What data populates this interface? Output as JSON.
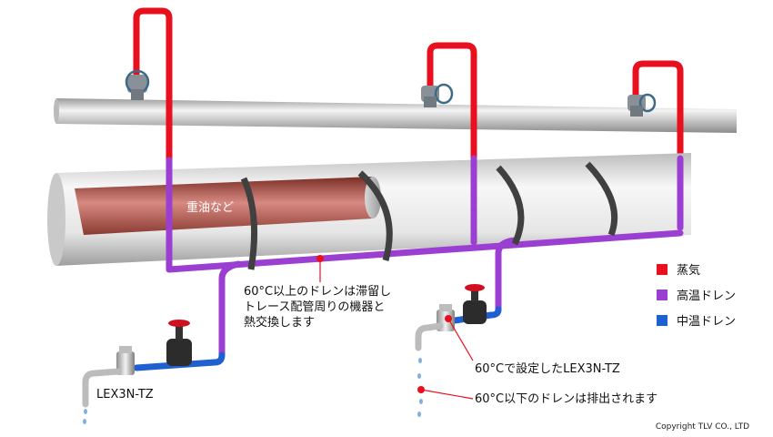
{
  "diagram": {
    "oil_label": "重油など",
    "annotation_high_temp": [
      "60°C以上のドレンは滞留し",
      "トレース配管周りの機器と",
      "熱交換します"
    ],
    "annotation_setting": "60°Cで設定したLEX3N-TZ",
    "annotation_discharge": "60°C以下のドレンは排出されます",
    "trap_label": "LEX3N-TZ",
    "copyright": "Copyright TLV CO., LTD"
  },
  "legend": [
    {
      "label": "蒸気",
      "color": "#e8101e"
    },
    {
      "label": "高温ドレン",
      "color": "#9b3fd2"
    },
    {
      "label": "中温ドレン",
      "color": "#1f5fd0"
    }
  ],
  "colors": {
    "steam": "#e8101e",
    "high_temp_drain": "#9b3fd2",
    "mid_temp_drain": "#1f5fd0",
    "marker": "#e8101e"
  }
}
